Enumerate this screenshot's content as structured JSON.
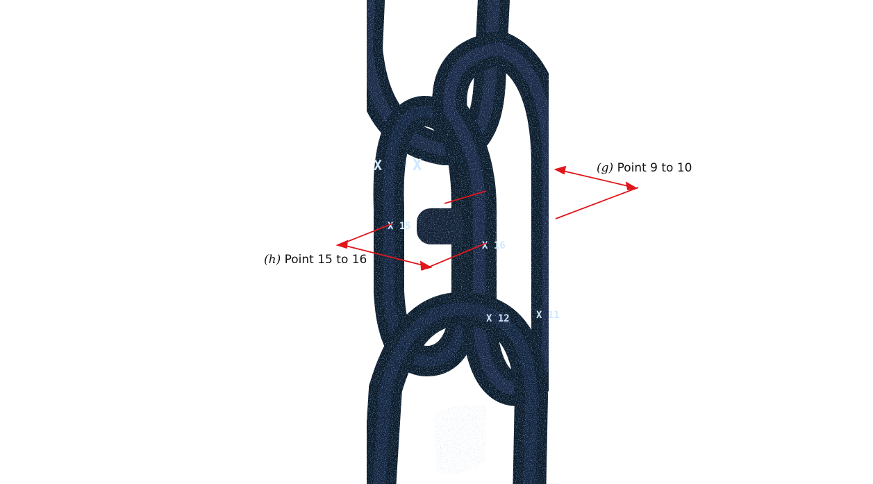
{
  "annotations": [
    {
      "id": "g",
      "tag": "(g)",
      "text": "Point 9 to 10"
    },
    {
      "id": "h",
      "tag": "(h)",
      "text": "Point 15 to 16"
    }
  ],
  "link_marks": [
    {
      "id": "mark-top-1",
      "text": "X"
    },
    {
      "id": "mark-top-2",
      "text": "X"
    },
    {
      "id": "mark-15",
      "text": "X 15"
    },
    {
      "id": "mark-16",
      "text": "X 16"
    },
    {
      "id": "mark-12",
      "text": "X 12"
    },
    {
      "id": "mark-11",
      "text": "X 11"
    }
  ],
  "colors": {
    "chain_dark": "#0f1a2c",
    "chain_mid": "#1c2c44",
    "chain_highlight": "#3a6a9a",
    "paint_marks": "#cfe8ff",
    "measure_line": "#e0161b"
  }
}
